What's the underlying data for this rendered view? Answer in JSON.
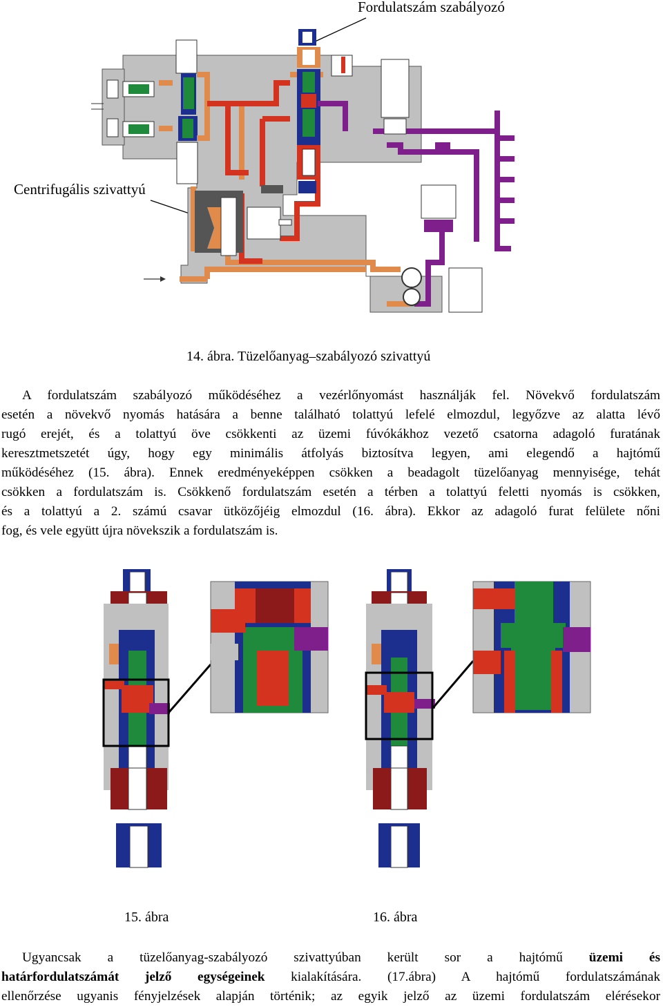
{
  "fig14": {
    "label_top": "Fordulatszám szabályozó",
    "label_left": "Centrifugális szivattyú",
    "caption": "14. ábra. Tüzelőanyag–szabályozó szivattyú"
  },
  "para1": {
    "l1": "A fordulatszám szabályozó működéséhez a vezérlőnyomást használják fel. Növekvő fordulatszám",
    "l2": "esetén a növekvő nyomás hatására a benne található tolattyú lefelé elmozdul, legyőzve az alatta lévő",
    "l3": "rugó erejét, és a tolattyú öve csökkenti az üzemi fúvókákhoz vezető csatorna adagoló furatának",
    "l4": "keresztmetszetét úgy, hogy egy minimális átfolyás biztosítva legyen, ami elegendő a hajtómű",
    "l5": "működéséhez (15. ábra). Ennek eredményeképpen csökken a beadagolt tüzelőanyag mennyisége, tehát",
    "l6": "csökken a fordulatszám is. Csökkenő fordulatszám esetén a térben a tolattyú feletti nyomás is csökken,",
    "l7": "és a tolattyú a 2. számú csavar ütközőjéig elmozdul (16. ábra). Ekkor az adagoló furat felülete nőni",
    "l8": "fog, és vele együtt újra növekszik a fordulatszám is."
  },
  "fig15": {
    "caption": "15. ábra"
  },
  "fig16": {
    "caption": "16. ábra"
  },
  "para2": {
    "l1_a": "Ugyancsak a tüzelőanyag-szabályozó szivattyúban került sor a hajtómű ",
    "l1_b": "üzemi és",
    "l2_a": "határfordulatszámát jelző egységeinek",
    "l2_b": " kialakítására. (17.ábra)  A hajtómű fordulatszámának",
    "l3": "ellenőrzése ugyanis fényjelzések alapján történik; az egyik jelző az üzemi fordulatszám elérésekor"
  },
  "colors": {
    "housing": "#c0c0c0",
    "red": "#d4331f",
    "orange": "#e08a4c",
    "purple": "#7e1f8c",
    "green": "#1f8a3c",
    "blue": "#1c2f8f",
    "darkred": "#8c1a1a"
  }
}
